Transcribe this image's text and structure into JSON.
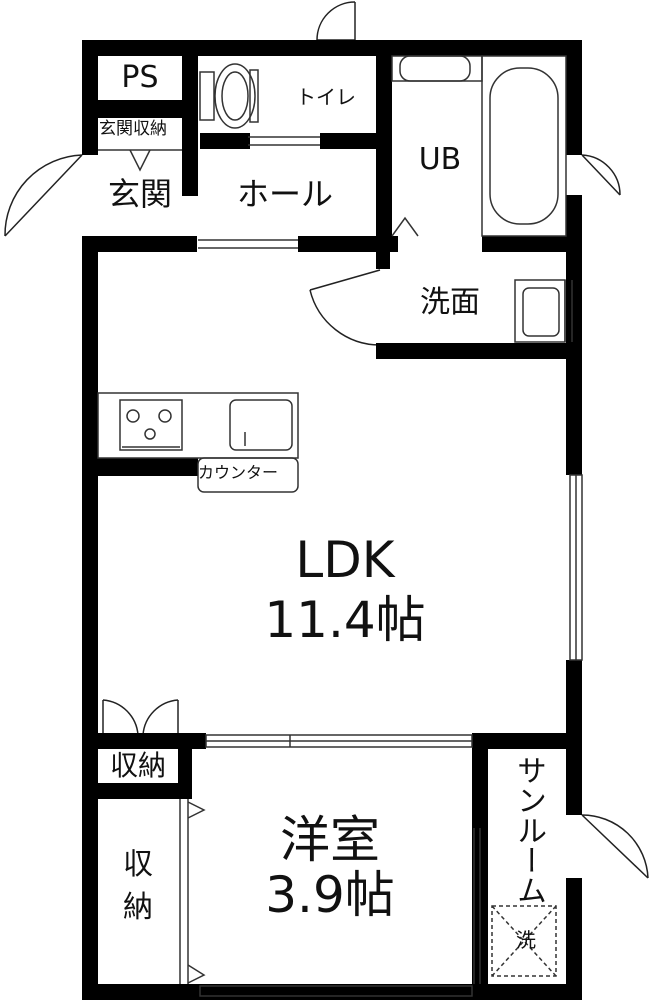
{
  "rooms": {
    "ps": "PS",
    "toilet": "トイレ",
    "ub": "UB",
    "entrance_storage": "玄関収納",
    "entrance": "玄関",
    "hall": "ホール",
    "washroom": "洗面",
    "counter": "カウンター",
    "ldk_name": "LDK",
    "ldk_size": "11.4帖",
    "storage_small": "収納",
    "storage_tall_1": "収",
    "storage_tall_2": "納",
    "western_name": "洋室",
    "western_size": "3.9帖",
    "sunroom": "サンルーム",
    "laundry": "洗"
  },
  "colors": {
    "wall": "#000000",
    "line": "#333333",
    "background": "#ffffff"
  }
}
